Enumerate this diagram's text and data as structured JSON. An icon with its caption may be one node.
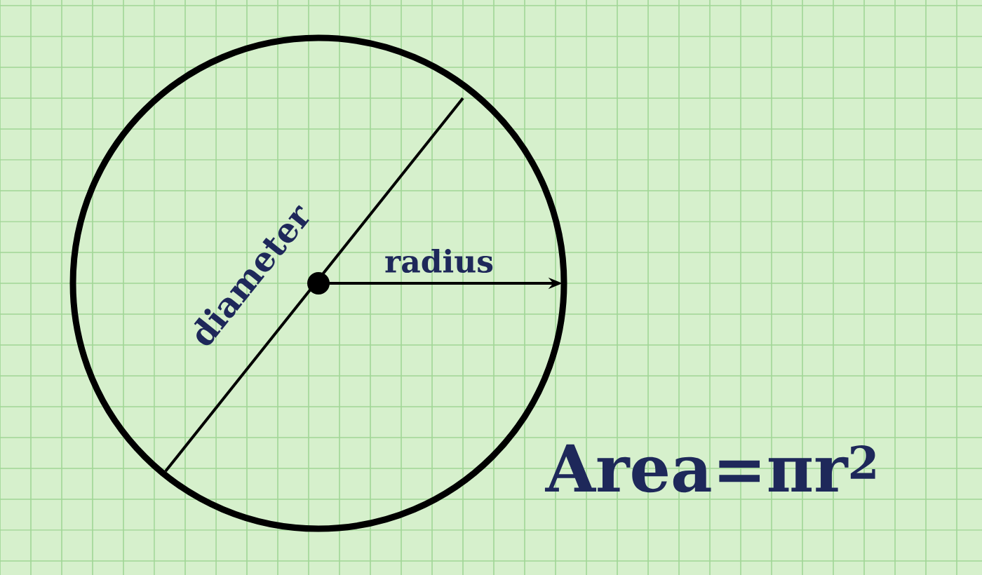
{
  "diagram": {
    "labels": [
      "diameter",
      "radius",
      "Area=πr$^{2}$"
    ]
  }
}
